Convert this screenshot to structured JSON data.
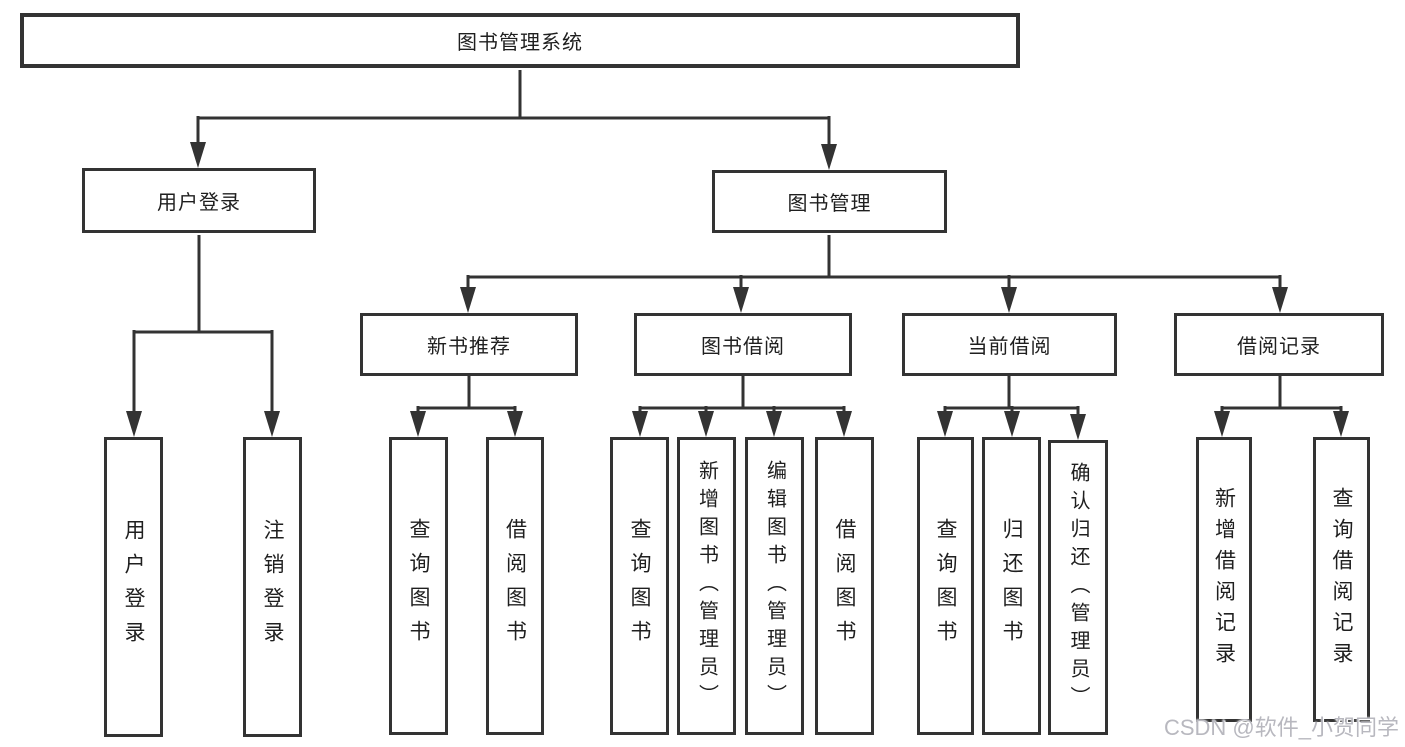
{
  "colors": {
    "line": "#333333",
    "text": "#1f1f1f",
    "background": "#ffffff",
    "watermark": "#b8b8bf"
  },
  "nodes": {
    "root": "图书管理系统",
    "user_login": "用户登录",
    "book_mgmt": "图书管理",
    "new_book": "新书推荐",
    "book_borrow": "图书借阅",
    "current_borrow": "当前借阅",
    "borrow_record": "借阅记录",
    "leaves": {
      "user_login": [
        "用户登录",
        "注销登录"
      ],
      "new_book": [
        "查询图书",
        "借阅图书"
      ],
      "book_borrow": [
        "查询图书",
        "新增图书（管理员）",
        "编辑图书（管理员）",
        "借阅图书"
      ],
      "current_borrow": [
        "查询图书",
        "归还图书",
        "确认归还（管理员）"
      ],
      "borrow_record": [
        "新增借阅记录",
        "查询借阅记录"
      ]
    }
  },
  "watermark": "CSDN @软件_小贺同学"
}
